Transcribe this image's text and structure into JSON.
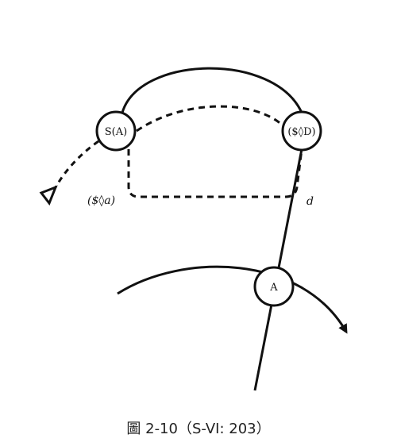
{
  "diagram": {
    "nodes": {
      "sA": "S(A)",
      "sD": "($◊D)",
      "A": "A"
    },
    "labels": {
      "sa": "($◊a)",
      "d": "d"
    },
    "caption": "圖 2-10（S-VI: 203）"
  }
}
